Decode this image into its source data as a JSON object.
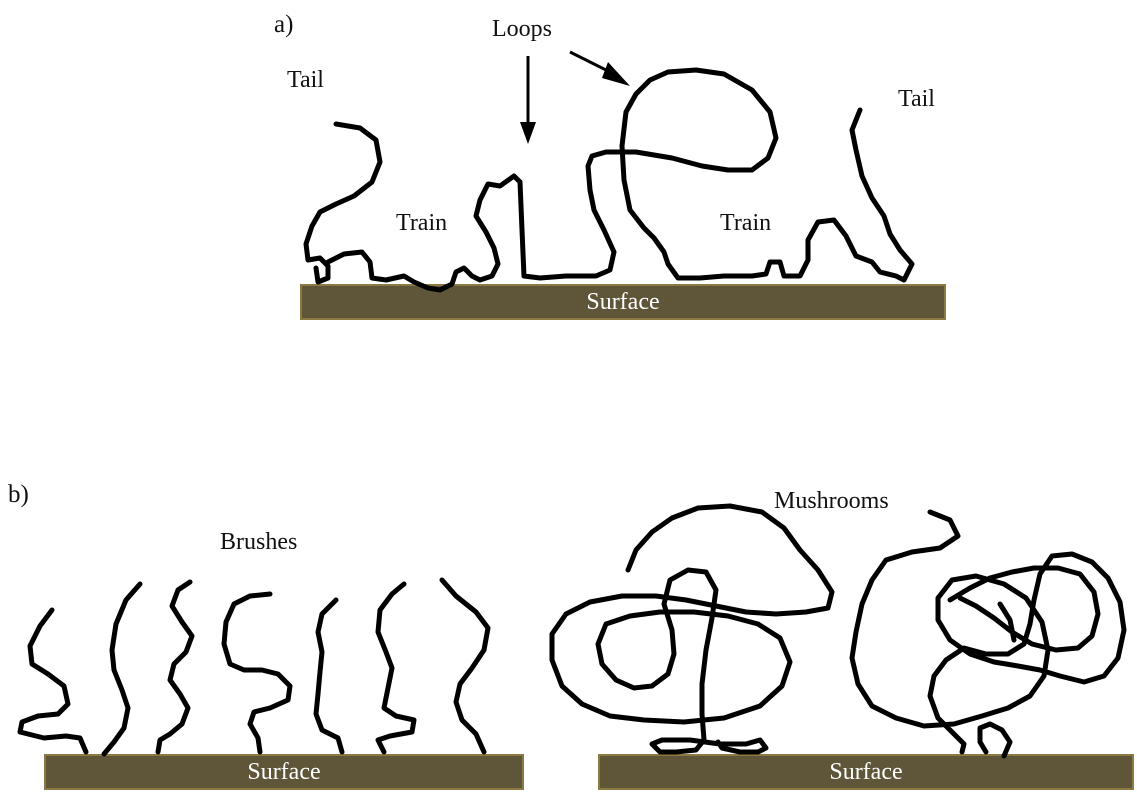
{
  "colors": {
    "surface_fill": "#5f5538",
    "surface_border": "#8c7a43",
    "chain_stroke": "#000000"
  },
  "panel_a": {
    "letter": "a)",
    "loops_label": "Loops",
    "tail_left_label": "Tail",
    "tail_right_label": "Tail",
    "train_left_label": "Train",
    "train_right_label": "Train",
    "surface_label": "Surface"
  },
  "panel_b": {
    "letter": "b)",
    "brushes_label": "Brushes",
    "mushrooms_label": "Mushrooms",
    "brushes_surface_label": "Surface",
    "mushrooms_surface_label": "Surface"
  }
}
